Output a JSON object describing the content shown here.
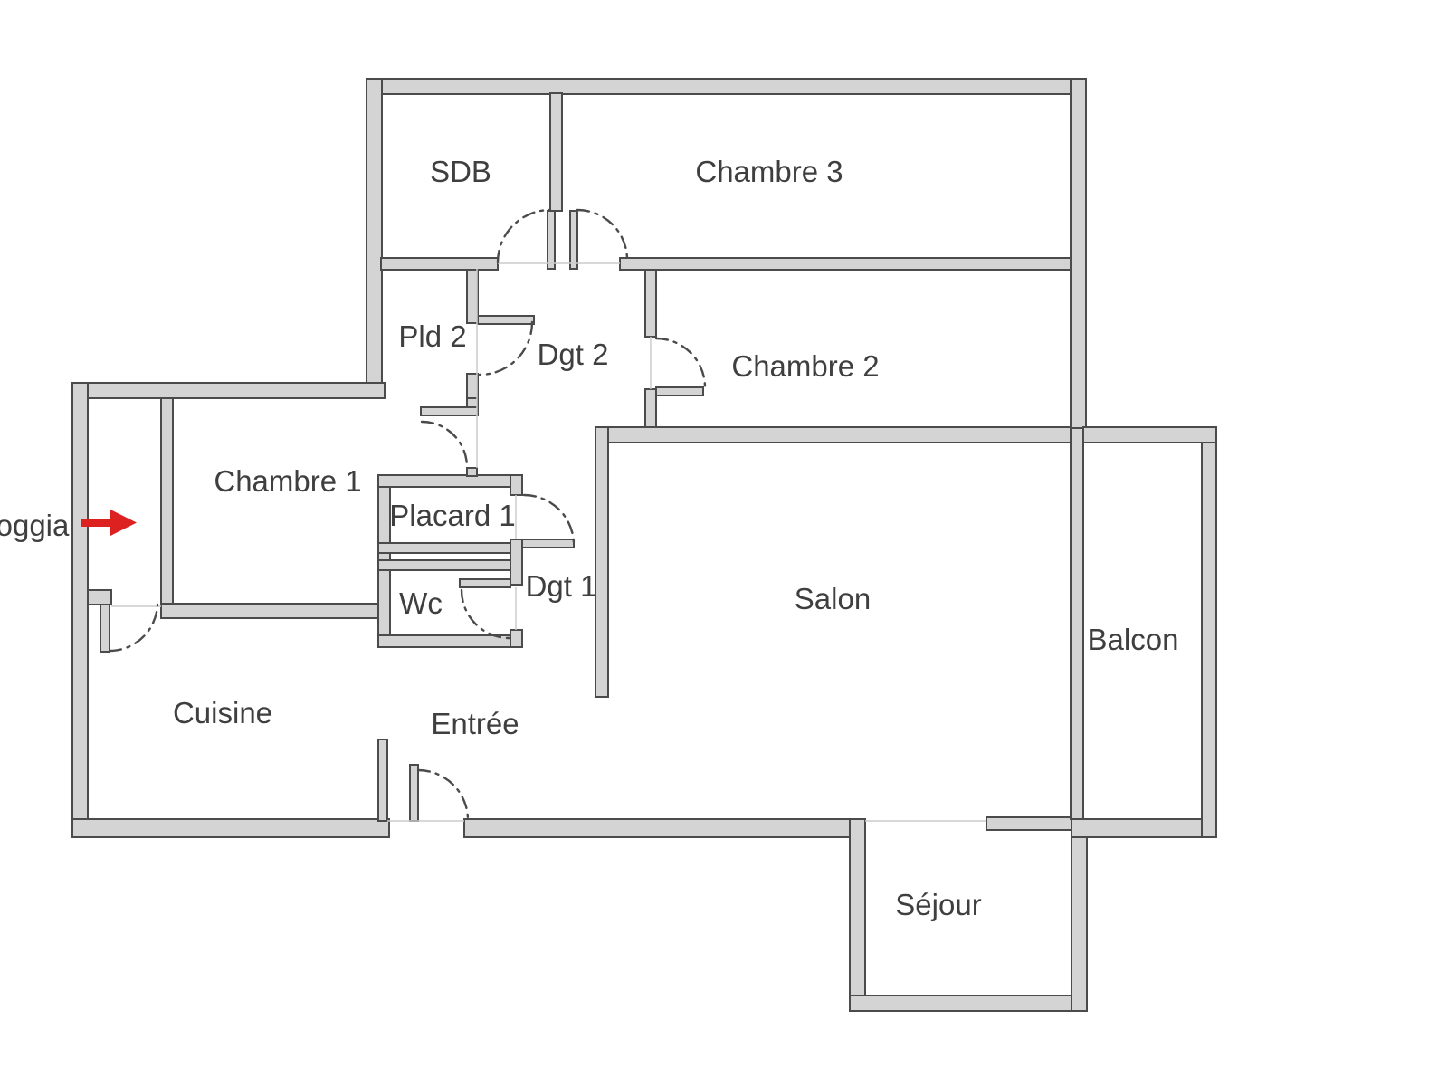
{
  "diagram_type": "apartment-floor-plan",
  "colors": {
    "wall_fill": "#d4d4d4",
    "wall_stroke": "#4b4b4b",
    "door_arc": "#4b4b4b",
    "label_text": "#3f3f3f",
    "boundary_line": "#cccccc",
    "arrow": "#dd2020",
    "background": "#ffffff"
  },
  "rooms": [
    {
      "id": "sdb",
      "label": "SDB"
    },
    {
      "id": "chambre3",
      "label": "Chambre 3"
    },
    {
      "id": "pld2",
      "label": "Pld 2"
    },
    {
      "id": "dgt2",
      "label": "Dgt 2"
    },
    {
      "id": "chambre2",
      "label": "Chambre 2"
    },
    {
      "id": "chambre1",
      "label": "Chambre 1"
    },
    {
      "id": "loggia",
      "label": "oggia"
    },
    {
      "id": "placard1",
      "label": "Placard 1"
    },
    {
      "id": "wc",
      "label": "Wc"
    },
    {
      "id": "dgt1",
      "label": "Dgt 1"
    },
    {
      "id": "salon",
      "label": "Salon"
    },
    {
      "id": "balcon",
      "label": "Balcon"
    },
    {
      "id": "cuisine",
      "label": "Cuisine"
    },
    {
      "id": "entree",
      "label": "Entrée"
    },
    {
      "id": "sejour",
      "label": "Séjour"
    }
  ],
  "annotations": {
    "entry_arrow": {
      "shape": "red-arrow",
      "direction": "right",
      "near_room": "loggia"
    }
  }
}
